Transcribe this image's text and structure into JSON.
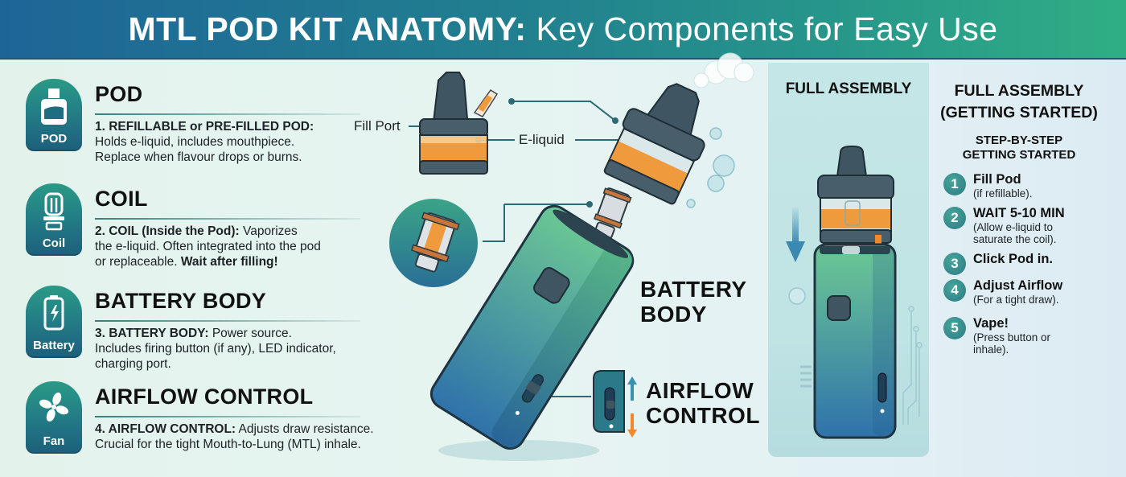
{
  "header": {
    "title_bold": "MTL POD KIT ANATOMY:",
    "title_regular": " Key Components for Easy Use"
  },
  "colors": {
    "header_start": "#1e6597",
    "header_end": "#2fae84",
    "badge_teal": "#237f86",
    "battery_green": "#5fc08e",
    "battery_blue": "#2e74a8",
    "eliquid_orange": "#f0a040",
    "pod_dark": "#3f5561"
  },
  "components": [
    {
      "badge_label": "POD",
      "icon": "pod-icon",
      "title": "POD",
      "lead": "1. REFILLABLE or PRE-FILLED POD:",
      "lines": [
        "Holds e-liquid, includes mouthpiece.",
        "Replace when flavour drops or burns."
      ]
    },
    {
      "badge_label": "Coil",
      "icon": "coil-icon",
      "title": "COIL",
      "lead": "2. COIL (Inside the Pod):",
      "lead_tail": " Vaporizes",
      "lines": [
        "the e-liquid. Often integrated into the pod"
      ],
      "line3_prefix": "or replaceable. ",
      "line3_bold": "Wait after filling!"
    },
    {
      "badge_label": "Battery",
      "icon": "battery-icon",
      "title": "BATTERY BODY",
      "lead": "3. BATTERY BODY:",
      "lead_tail": " Power source.",
      "lines": [
        "Includes firing button (if any), LED indicator,",
        "charging port."
      ]
    },
    {
      "badge_label": "Fan",
      "icon": "fan-icon",
      "title": "AIRFLOW CONTROL",
      "lead": "4. AIRFLOW CONTROL:",
      "lead_tail": " Adjusts draw resistance.",
      "lines": [
        "Crucial for the tight Mouth-to-Lung (MTL) inhale."
      ]
    }
  ],
  "diagram": {
    "fill_port_label": "Fill Port",
    "eliquid_label": "E-liquid",
    "battery_body_label_1": "BATTERY",
    "battery_body_label_2": "BODY",
    "airflow_label_1": "AIRFLOW",
    "airflow_label_2": "CONTROL"
  },
  "assembly": {
    "title": "FULL ASSEMBLY"
  },
  "steps_panel": {
    "title_1": "FULL ASSEMBLY",
    "title_2": "(GETTING STARTED)",
    "subtitle_1": "STEP-BY-STEP",
    "subtitle_2": "GETTING STARTED",
    "steps": [
      {
        "num": "1",
        "title": "Fill Pod",
        "desc_1": "(if refillable).",
        "desc_2": ""
      },
      {
        "num": "2",
        "title": "WAIT 5-10 MIN",
        "desc_1": "(Allow e-liquid to",
        "desc_2": "saturate the coil)."
      },
      {
        "num": "3",
        "title": "Click Pod in.",
        "desc_1": "",
        "desc_2": ""
      },
      {
        "num": "4",
        "title": "Adjust Airflow",
        "desc_1": "(For a tight draw).",
        "desc_2": ""
      },
      {
        "num": "5",
        "title": "Vape!",
        "desc_1": "(Press button or",
        "desc_2": "inhale)."
      }
    ]
  }
}
